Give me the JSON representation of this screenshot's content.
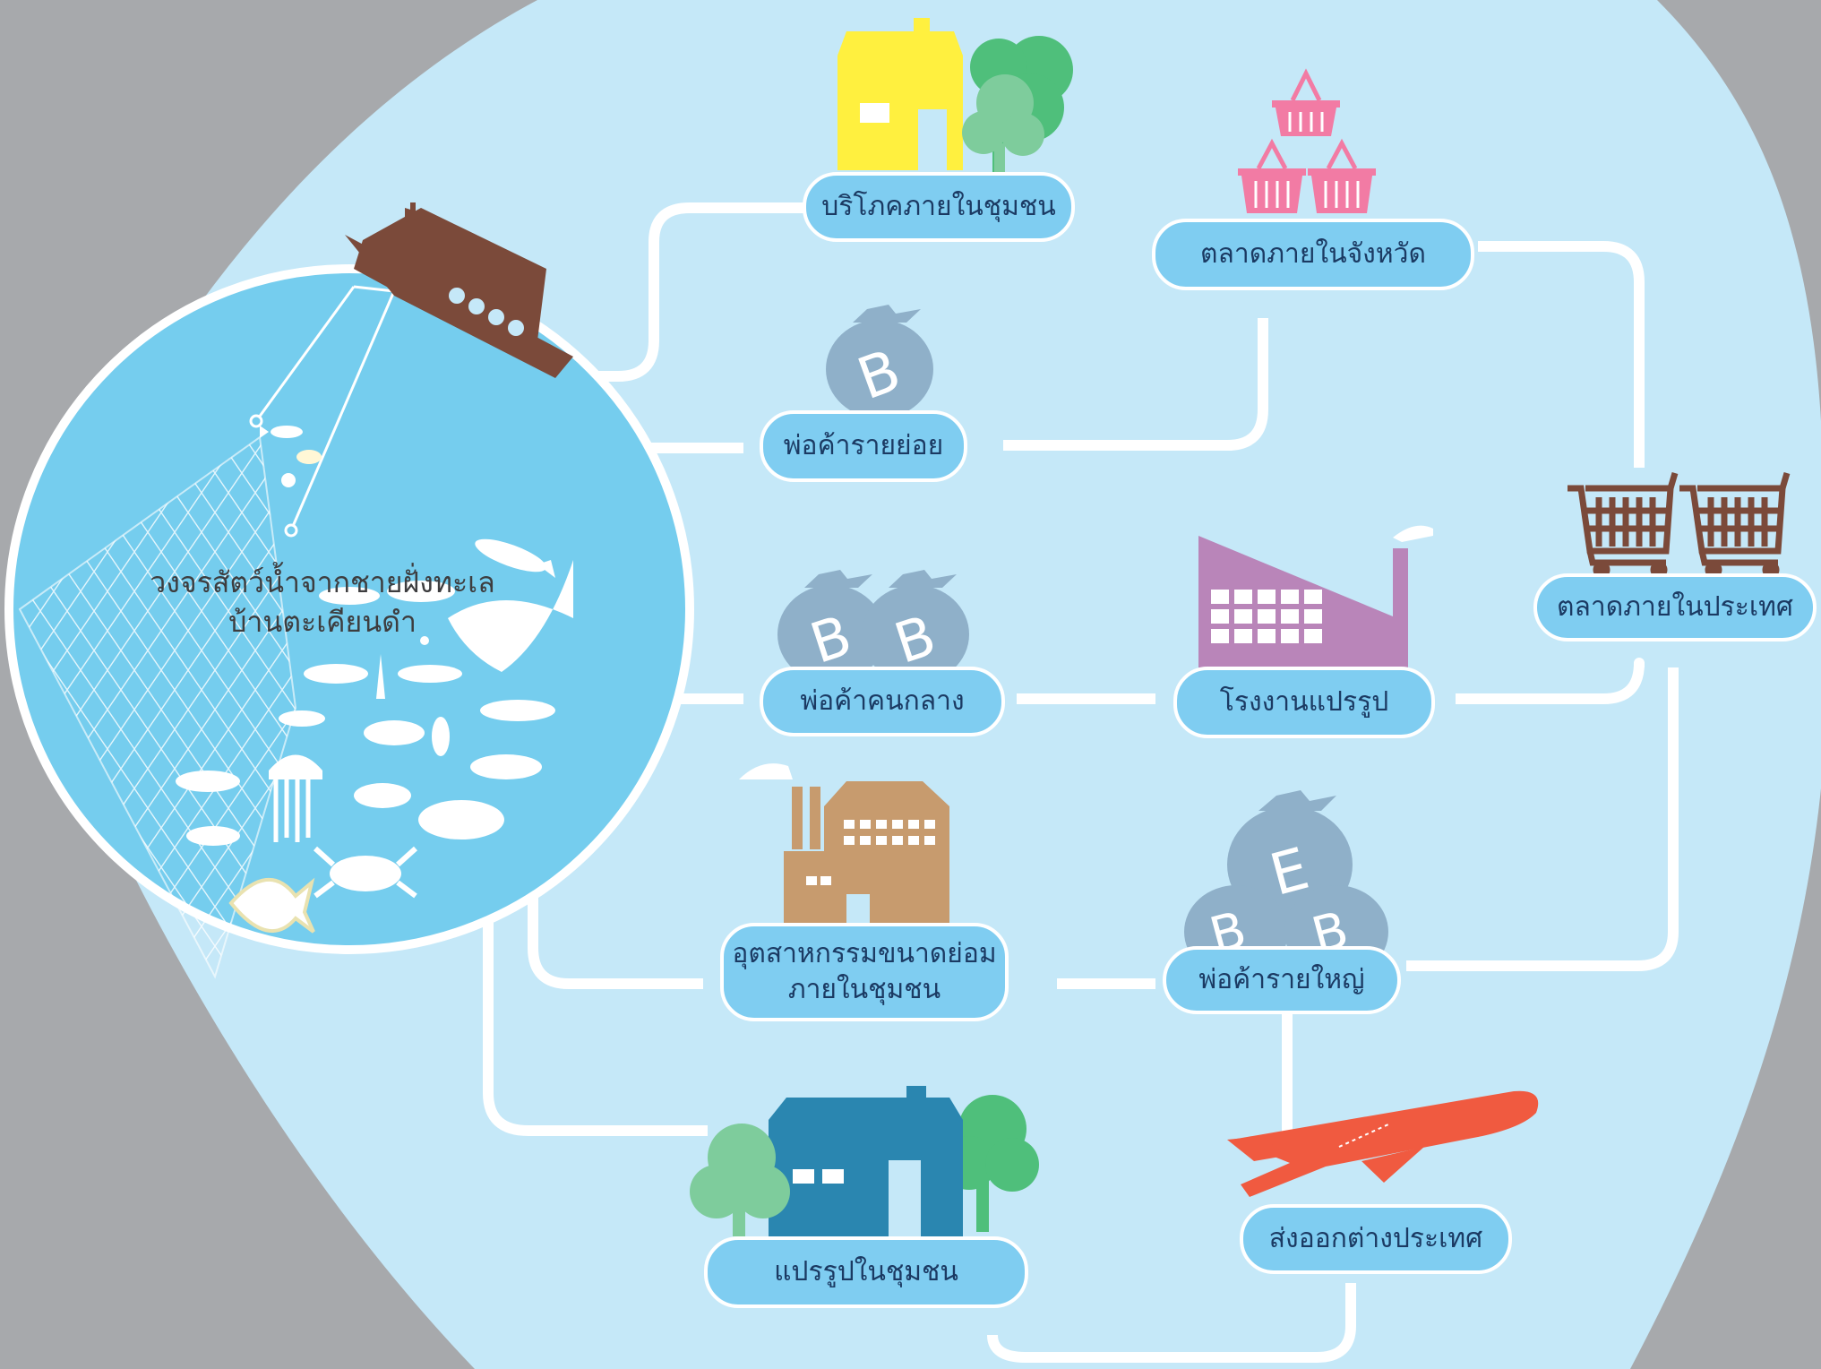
{
  "title": {
    "line1": "วงจรสัตว์น้ำจากชายฝั่งทะเล",
    "line2": "บ้านตะเคียนดำ"
  },
  "nodes": {
    "consume_community": "บริโภคภายในชุมชน",
    "provincial_market": "ตลาดภายในจังหวัด",
    "retail_trader": "พ่อค้ารายย่อย",
    "middleman": "พ่อค้าคนกลาง",
    "processing_factory": "โรงงานแปรรูป",
    "domestic_market": "ตลาดภายในประเทศ",
    "sme_line1": "อุตสาหกรรมขนาดย่อม",
    "sme_line2": "ภายในชุมชน",
    "wholesale_trader": "พ่อค้ารายใหญ่",
    "community_processing": "แปรรูปในชุมชน",
    "export": "ส่งออกต่างประเทศ"
  },
  "bag_letters": {
    "retail": "B",
    "middle_1": "B",
    "middle_2": "B",
    "wholesale_top": "E",
    "wholesale_left": "B",
    "wholesale_right": "B"
  },
  "colors": {
    "background_gray": "#a7a9ac",
    "sea_blob": "#c5e8f8",
    "sea_circle": "#75cdee",
    "pill_fill": "#7fcdf1",
    "pill_text": "#1b3a63",
    "boat": "#7b4a3a",
    "house_yellow": "#fff03f",
    "house_blue": "#2a86b0",
    "tree_dark": "#4fbf7b",
    "tree_light": "#7ecc9c",
    "basket": "#f27ba4",
    "cart": "#7b4a3a",
    "factory_purple": "#b985b9",
    "factory_brown": "#c79b6e",
    "money_bag": "#8fb0c9",
    "airplane": "#f05a40"
  }
}
